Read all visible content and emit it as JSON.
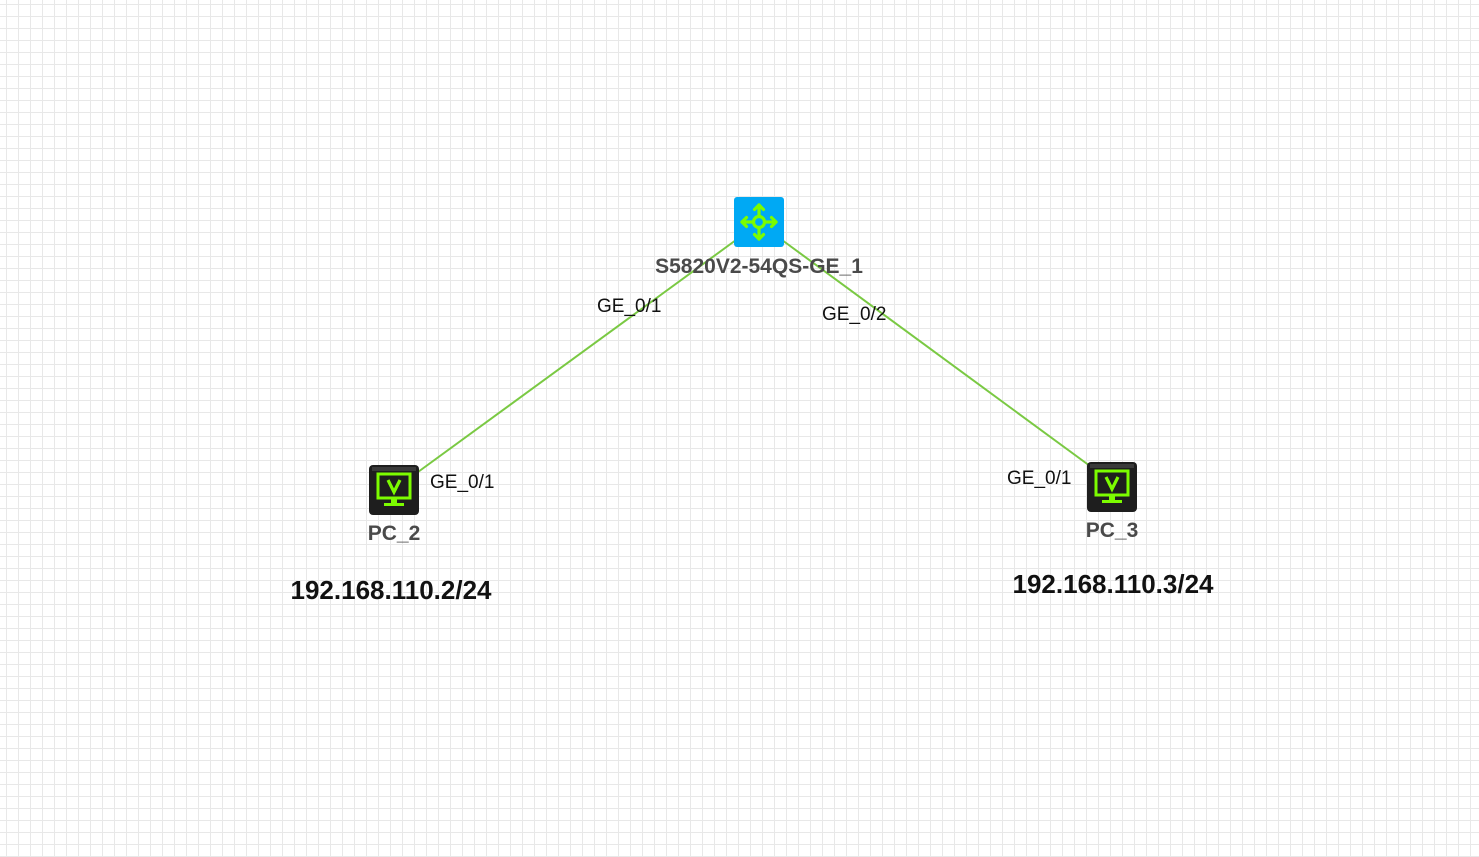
{
  "diagram": {
    "link_color": "#7ac943",
    "switch_color": "#00a9f4",
    "switch_arrow_color": "#7cfc00",
    "pc_color": "#1e1e1e",
    "pc_screen_color": "#7cfc00"
  },
  "devices": {
    "switch": {
      "name": "S5820V2-54QS-GE_1",
      "icon": "switch-icon"
    },
    "pc2": {
      "name": "PC_2",
      "icon": "pc-icon",
      "ip": "192.168.110.2/24"
    },
    "pc3": {
      "name": "PC_3",
      "icon": "pc-icon",
      "ip": "192.168.110.3/24"
    }
  },
  "links": [
    {
      "a_port": "GE_0/1",
      "b_port": "GE_0/1"
    },
    {
      "a_port": "GE_0/2",
      "b_port": "GE_0/1"
    }
  ]
}
